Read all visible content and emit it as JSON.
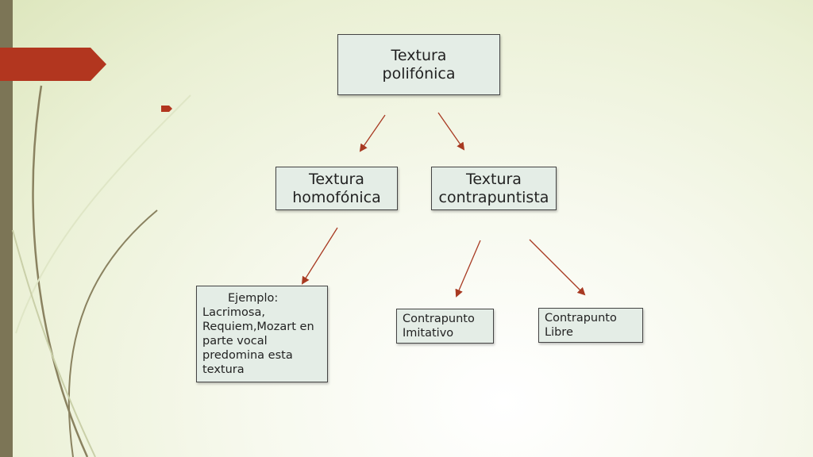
{
  "colors": {
    "accent_red": "#b2361f",
    "side_bar": "#7c7556",
    "node_fill": "#e4ede6",
    "arrow": "#a83a22"
  },
  "nodes": {
    "root": "Textura\npolifónica",
    "homofonica": "Textura\nhomofónica",
    "contrapuntista": "Textura\ncontrapuntista",
    "ejemplo": "Ejemplo:\nLacrimosa,\nRequiem,Mozart en\nparte vocal\npredomina esta\ntextura",
    "imitativo": "Contrapunto\nImitativo",
    "libre": "Contrapunto\nLibre"
  }
}
